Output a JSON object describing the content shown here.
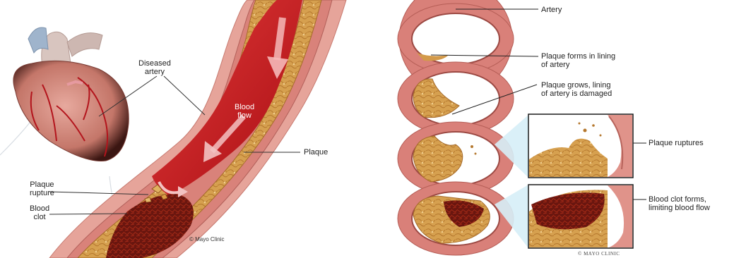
{
  "left_panel": {
    "labels": {
      "diseased_artery": "Diseased\nartery",
      "blood_flow": "Blood\nflow",
      "plaque": "Plaque",
      "plaque_rupture": "Plaque\nrupture",
      "blood_clot": "Blood\nclot"
    },
    "credit": "© Mayo Clinic"
  },
  "right_panel": {
    "labels": {
      "artery": "Artery",
      "plaque_forms": "Plaque forms in lining\nof artery",
      "plaque_grows": "Plaque grows, lining\nof artery is damaged",
      "plaque_ruptures": "Plaque ruptures",
      "blood_clot_forms": "Blood clot forms,\nlimiting blood flow"
    },
    "credit": "© MAYO CLINIC"
  },
  "colors": {
    "artery_wall": "#d9827a",
    "blood": "#c8141e",
    "plaque": "#d39a4a",
    "clot": "#5a0f0c",
    "heart": "#c9857a"
  }
}
